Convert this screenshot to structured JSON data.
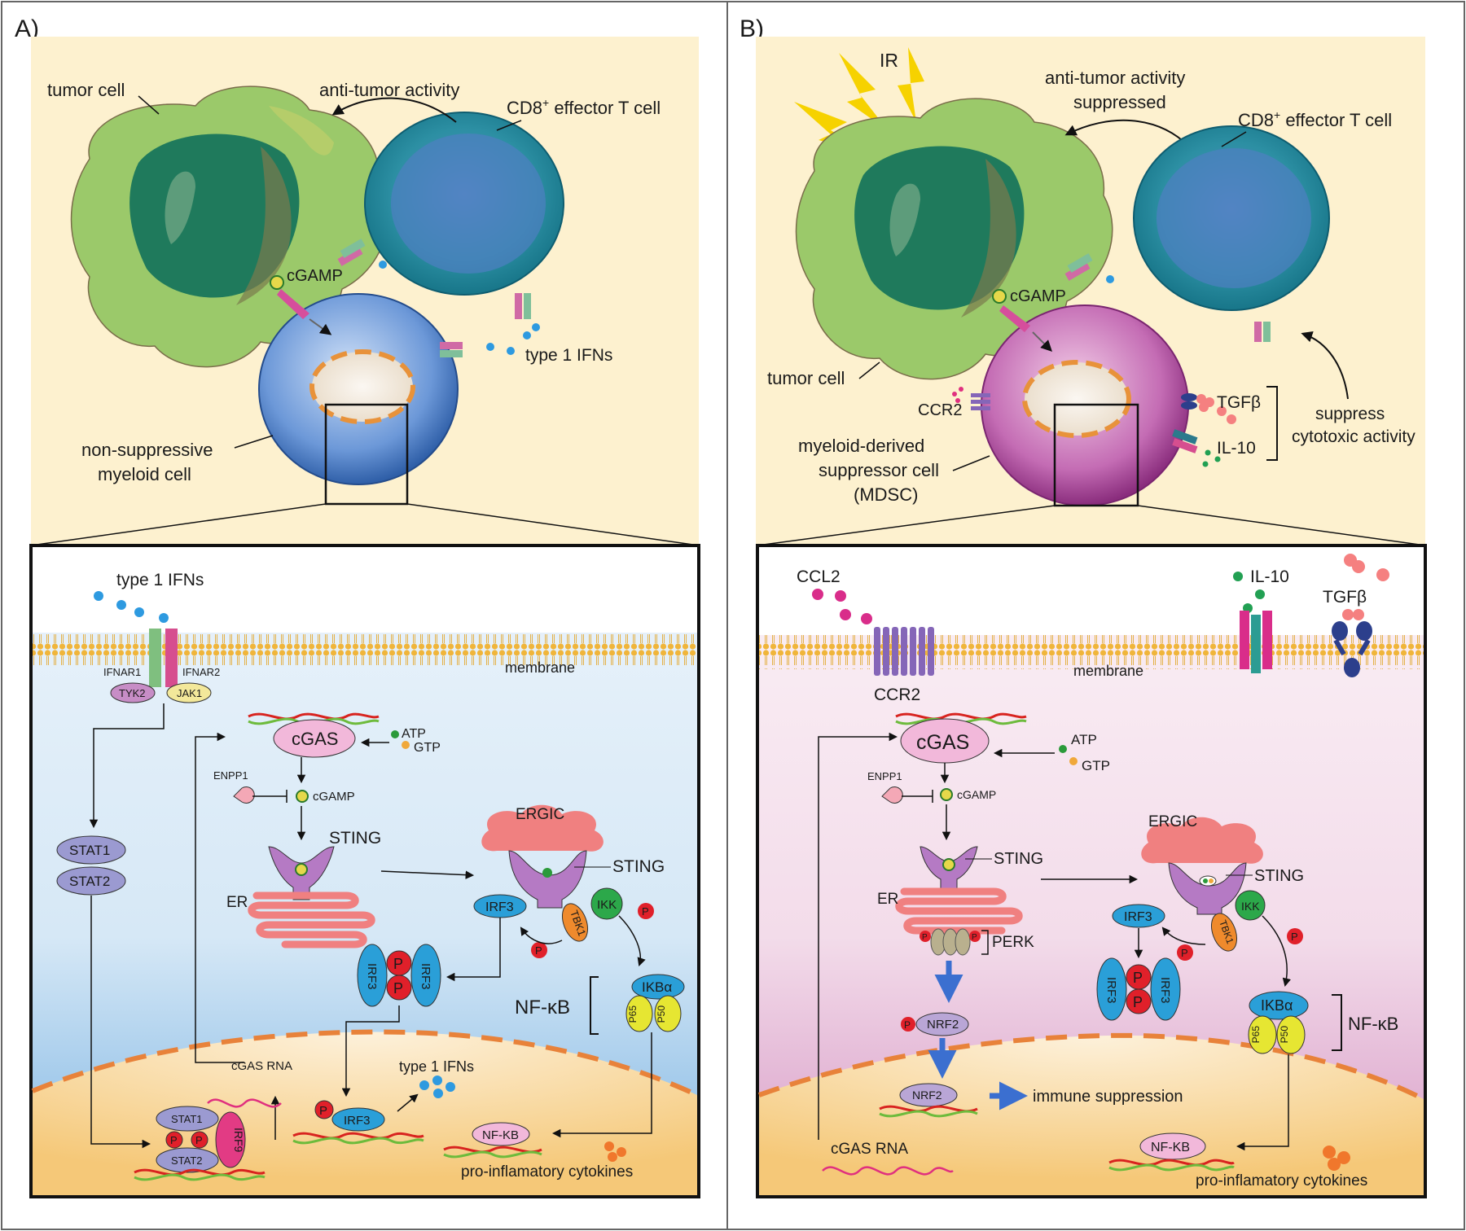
{
  "panelA": {
    "letter": "A)",
    "top": {
      "tumor_cell": "tumor cell",
      "anti_tumor": "anti-tumor activity",
      "cd8_prefix": "CD8",
      "cd8_sup": "+",
      "cd8_suffix": " effector T cell",
      "cgamp": "cGAMP",
      "type1ifn": "type 1 IFNs",
      "myeloid_line1": "non-suppressive",
      "myeloid_line2": "myeloid cell"
    },
    "bottom": {
      "type1ifn": "type 1 IFNs",
      "membrane": "membrane",
      "ifnar1": "IFNAR1",
      "ifnar2": "IFNAR2",
      "tyk2": "TYK2",
      "jak1": "JAK1",
      "cgas": "cGAS",
      "atp": "ATP",
      "gtp": "GTP",
      "enpp1": "ENPP1",
      "cgamp": "cGAMP",
      "sting1": "STING",
      "ergic": "ERGIC",
      "sting2": "STING",
      "er": "ER",
      "irf3": "IRF3",
      "tbk1": "TBK1",
      "ikk": "IKK",
      "p": "P",
      "ikba": "IKBα",
      "p65": "P65",
      "p50": "P50",
      "nfkb": "NF-κB",
      "stat1": "STAT1",
      "stat2": "STAT2",
      "irf9": "IRF9",
      "cgas_rna": "cGAS RNA",
      "type1ifn2": "type 1 IFNs",
      "nfkb_box": "NF-KB",
      "pro_inflam": "pro-inflamatory cytokines"
    }
  },
  "panelB": {
    "letter": "B)",
    "top": {
      "ir": "IR",
      "anti_tumor_1": "anti-tumor activity",
      "anti_tumor_2": "suppressed",
      "cd8_prefix": "CD8",
      "cd8_sup": "+",
      "cd8_suffix": " effector T cell",
      "cgamp": "cGAMP",
      "tumor_cell": "tumor cell",
      "ccr2": "CCR2",
      "tgfb": "TGFβ",
      "il10": "IL-10",
      "suppress_1": "suppress",
      "suppress_2": "cytotoxic activity",
      "mdsc_1": "myeloid-derived",
      "mdsc_2": "suppressor cell",
      "mdsc_3": "(MDSC)"
    },
    "bottom": {
      "ccl2": "CCL2",
      "il10": "IL-10",
      "tgfb": "TGFβ",
      "membrane": "membrane",
      "ccr2": "CCR2",
      "cgas": "cGAS",
      "atp": "ATP",
      "gtp": "GTP",
      "enpp1": "ENPP1",
      "cgamp": "cGAMP",
      "sting1": "STING",
      "ergic": "ERGIC",
      "sting2": "STING",
      "er": "ER",
      "perk": "PERK",
      "irf3": "IRF3",
      "tbk1": "TBK1",
      "ikk": "IKK",
      "p": "P",
      "ikba": "IKBα",
      "p65": "P65",
      "p50": "P50",
      "nfkb": "NF-κB",
      "nrf2": "NRF2",
      "immune_supp": "immune suppression",
      "cgas_rna": "cGAS RNA",
      "nfkb_box": "NF-KB",
      "pro_inflam": "pro-inflamatory cytokines"
    }
  }
}
